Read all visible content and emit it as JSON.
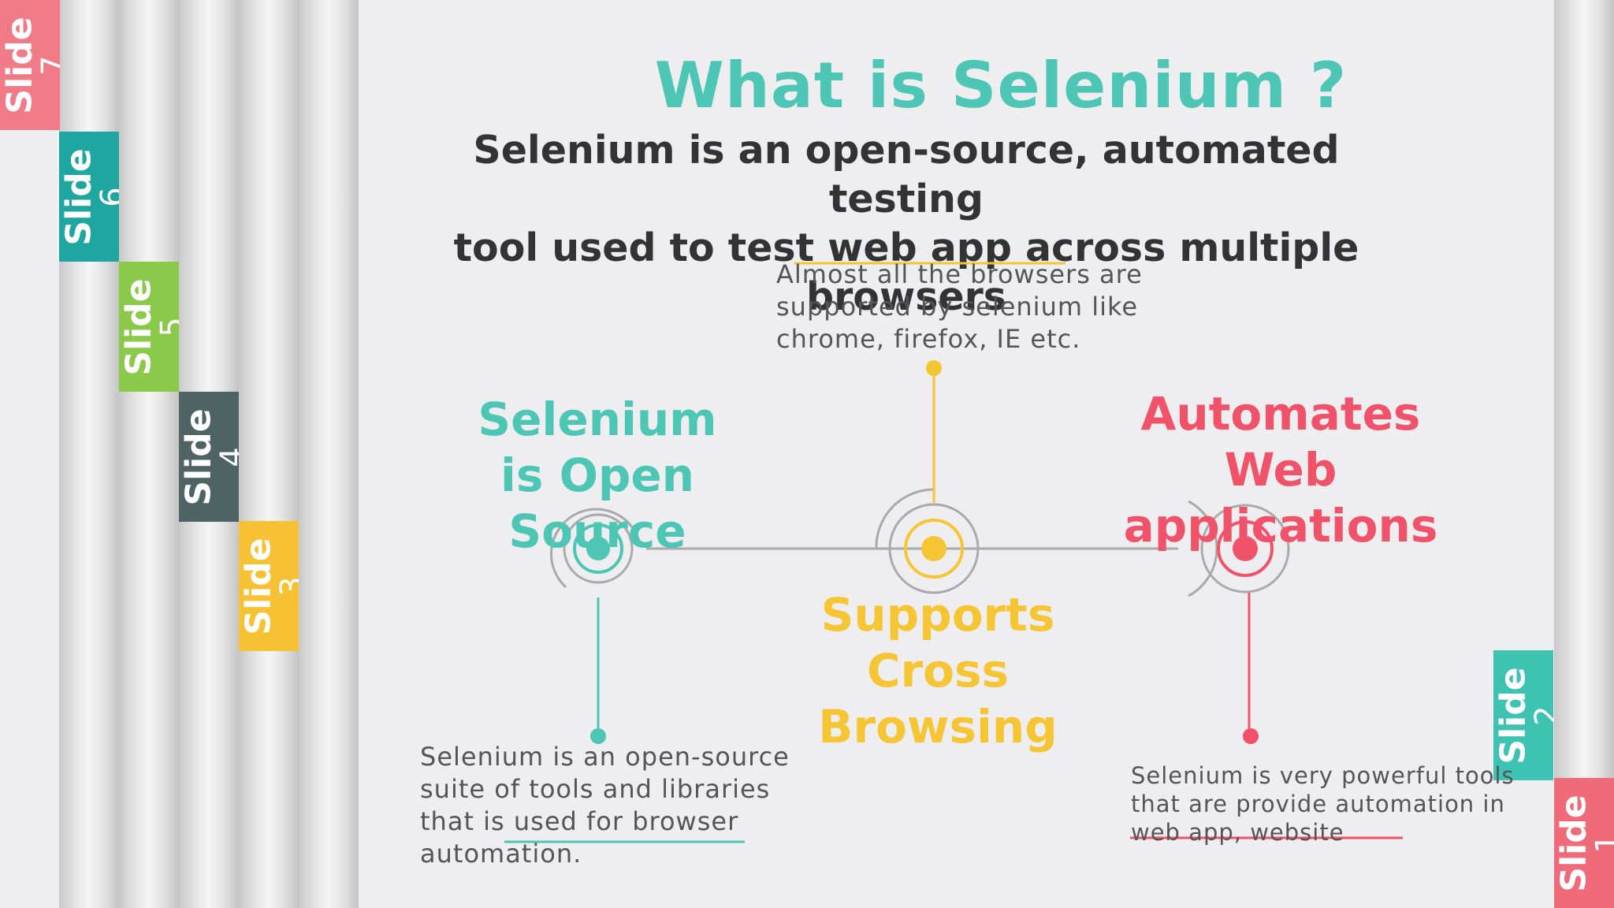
{
  "slide_tabs": [
    {
      "word": "Slide",
      "number": "7",
      "color": "#f07a85"
    },
    {
      "word": "Slide",
      "number": "6",
      "color": "#1fa6a1"
    },
    {
      "word": "Slide",
      "number": "5",
      "color": "#8bc94a"
    },
    {
      "word": "Slide",
      "number": "4",
      "color": "#4e6464"
    },
    {
      "word": "Slide",
      "number": "3",
      "color": "#f6c233"
    },
    {
      "word": "Slide",
      "number": "2",
      "color": "#3ec3b3"
    },
    {
      "word": "Slide",
      "number": "1",
      "color": "#ef6b7a"
    }
  ],
  "title": "What is Selenium ?",
  "subtitle_line1": "Selenium is an open-source, automated testing",
  "subtitle_line2": "tool used to test web app across multiple browsers",
  "points": [
    {
      "label_lines": [
        "Selenium",
        "is Open",
        "Source"
      ],
      "color": "#4ec6b5",
      "description_lines": [
        "Selenium is an open-source",
        "suite of tools and libraries",
        "that is used for browser",
        "automation."
      ]
    },
    {
      "label_lines": [
        "Supports",
        "Cross",
        "Browsing"
      ],
      "color": "#f6c533",
      "description_lines": [
        "Almost all the browsers are",
        "supported by selenium like",
        "chrome, firefox, IE etc."
      ]
    },
    {
      "label_lines": [
        "Automates",
        "Web",
        "applications"
      ],
      "color": "#f0526a",
      "description_lines": [
        "Selenium is very powerful tools",
        "that are provide automation in",
        "web app, website"
      ]
    }
  ]
}
